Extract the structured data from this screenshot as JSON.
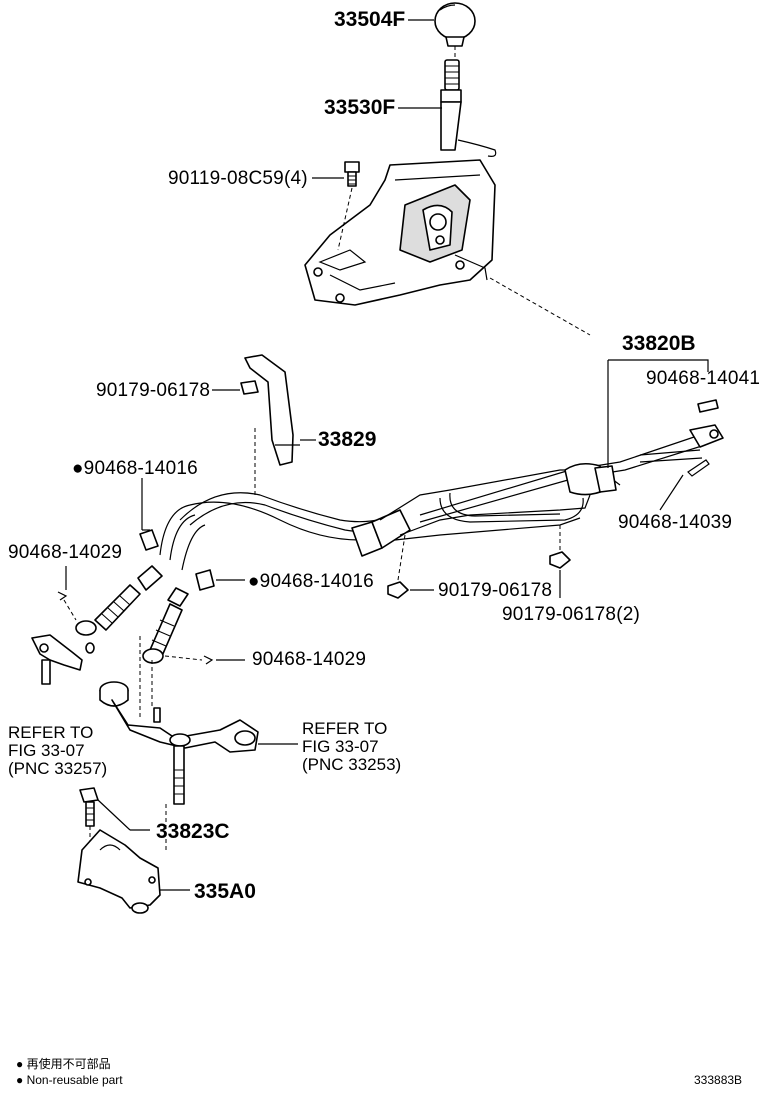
{
  "labels": {
    "knob": "33504F",
    "lever": "33530F",
    "lever_bolt": "90119-08C59(4)",
    "clip_upper": "90179-06178",
    "bracket": "33829",
    "clip_a": "●90468-14016",
    "pin_left": "90468-14029",
    "clip_b": "●90468-14016",
    "pin_lower": "90468-14029",
    "cable_assy": "33820B",
    "clip_right": "90468-14041",
    "pin_right": "90468-14039",
    "nut_mid": "90179-06178",
    "nut_right": "90179-06178(2)",
    "bolt_lower": "33823C",
    "bracket_lower": "335A0"
  },
  "refs": {
    "left": [
      "REFER TO",
      "FIG 33-07",
      "(PNC 33257)"
    ],
    "right": [
      "REFER TO",
      "FIG 33-07",
      "(PNC 33253)"
    ]
  },
  "legend": {
    "jp": "● 再使用不可部品",
    "en": "● Non-reusable part"
  },
  "figure_id": "333883B"
}
